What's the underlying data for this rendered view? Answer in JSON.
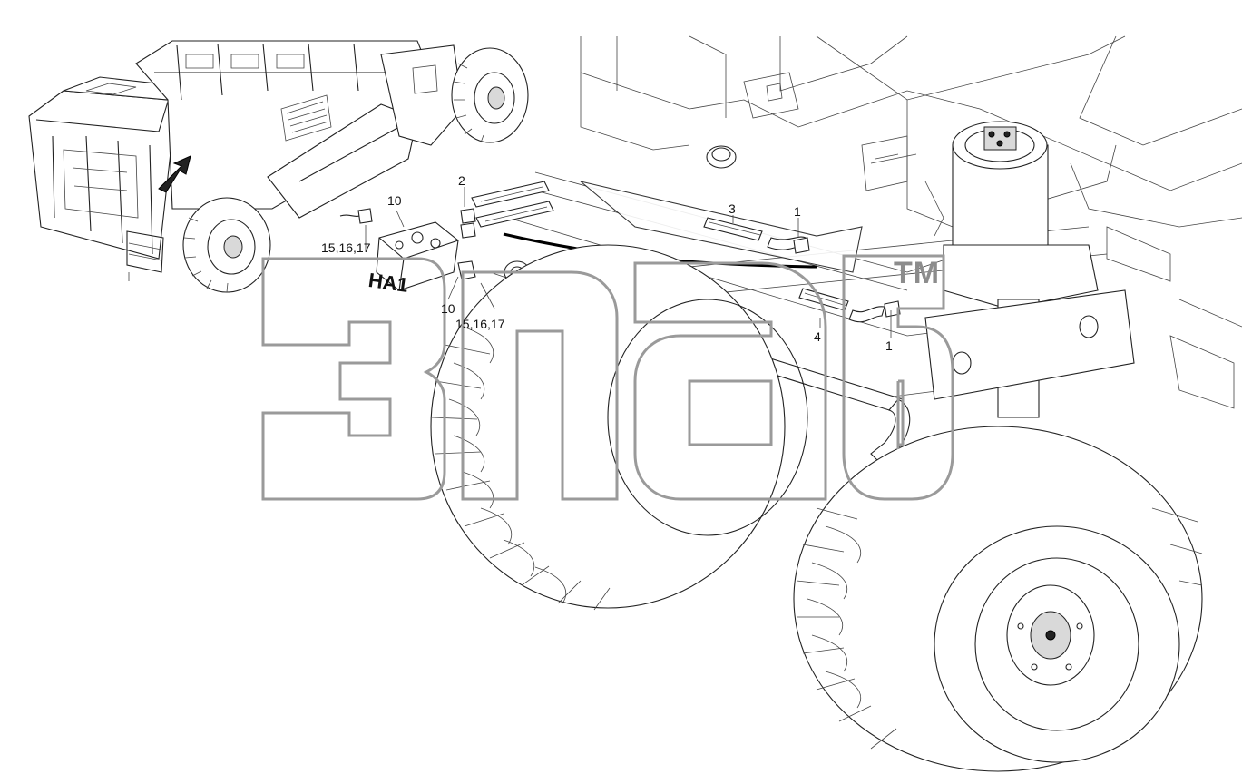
{
  "callouts": {
    "c10_top": "10",
    "c15_left": "15,16,17",
    "assembly_label": "HA1",
    "c10_bottom": "10",
    "c15_bottom": "15,16,17",
    "c2": "2",
    "c3": "3",
    "c1_top": "1",
    "c4": "4",
    "c1_bottom": "1"
  },
  "watermark": {
    "trademark": "TM"
  },
  "colors": {
    "line": "#222222",
    "watermark": "#9a9a9a",
    "background": "#ffffff"
  }
}
